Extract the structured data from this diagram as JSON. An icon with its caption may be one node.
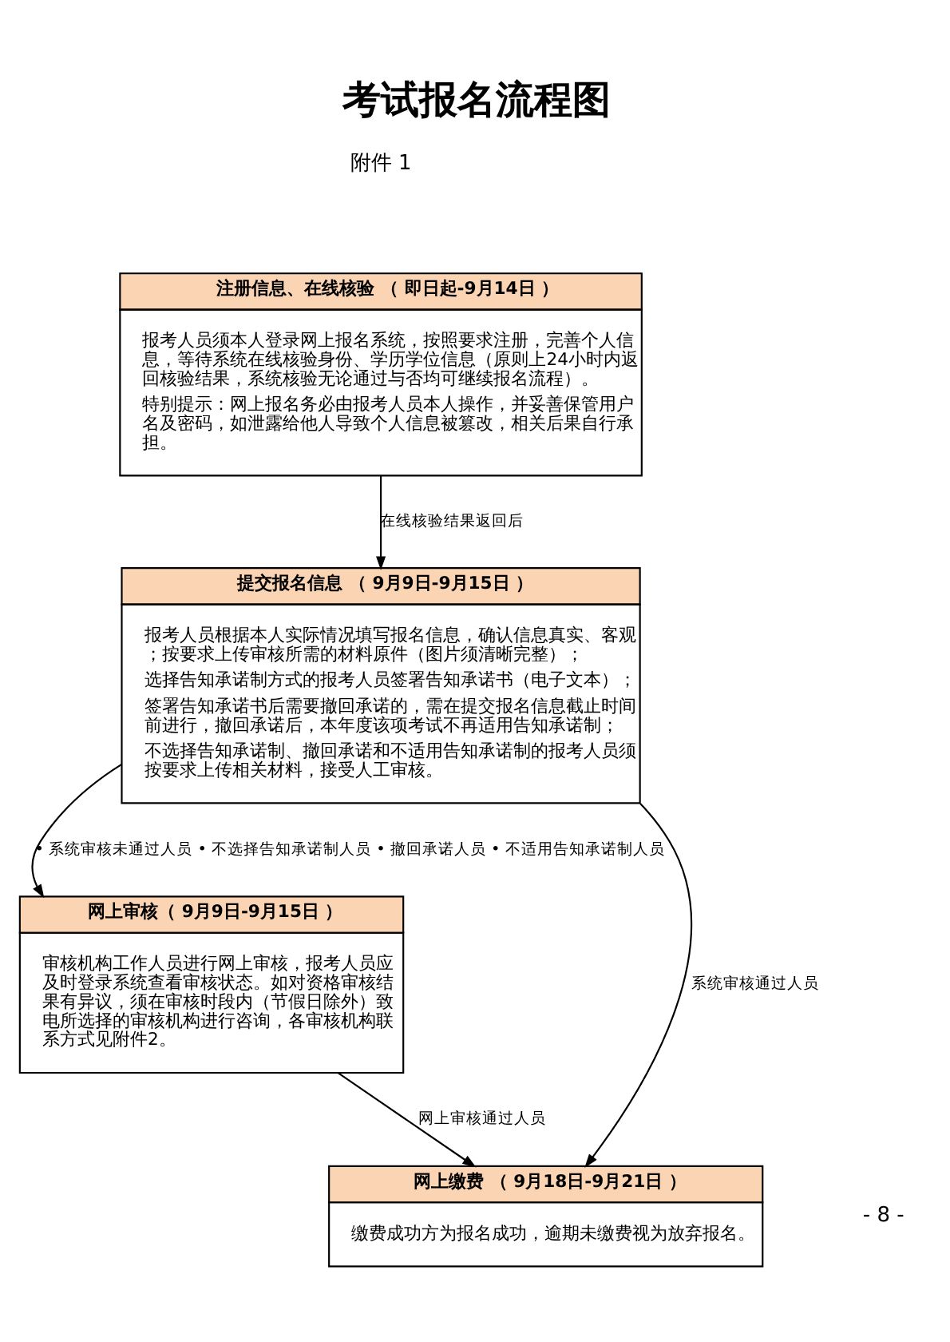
{
  "diagram": {
    "title": "考试报名流程图",
    "nodes": [
      {
        "text": [
          "注册信息、在线核验 （ 即日起-9月14日 ）",
          "报考人员须本人登录网上报名系统，按照要求注册，完善个人信息，等待系统在线核验身份、学历学位信息（原则上24小时内返回核验结果，系统核验无论通过与否均可继续报名流程）。",
          "特别提示：网上报名务必由报考人员本人操作，并妥善保管用户名及密码，如泄露给他人导致个人信息被篡改，相关后果自行承担。"
        ]
      },
      {
        "text": [
          "提交报名信息 （ 9月9日-9月15日 ）",
          "报考人员根据本人实际情况填写报名信息，确认信息真实、客观；按要求上传审核所需的材料原件（图片须清晰完整）；",
          "选择告知承诺制方式的报考人员签署告知承诺书（电子文本）；",
          "签署告知承诺书后需要撤回承诺的，需在提交报名信息截止时间前进行，撤回承诺后，本年度该项考试不再适用告知承诺制；",
          "不选择告知承诺制、撤回承诺和不适用告知承诺制的报考人员须按要求上传相关材料，接受人工审核。"
        ]
      },
      {
        "text": [
          "网上审核（ 9月9日-9月15日 ）",
          "审核机构工作人员进行网上审核，报考人员应及时登录系统查看审核状态。如对资格审核结果有异议，须在审核时段内（节假日除外）致电所选择的审核机构进行咨询，各审核机构联系方式见附件2。"
        ]
      },
      {
        "text": [
          "网上缴费 （ 9月18日-9月21日 ）",
          "缴费成功方为报名成功，逾期未缴费视为放弃报名。"
        ]
      }
    ],
    "edges": [
      {
        "from": 0,
        "to": 1,
        "arrow": "to",
        "label": "在线核验结果返回后"
      },
      {
        "from": 1,
        "to": 2,
        "arrow": "to",
        "label": "• 系统审核未通过人员 • 不选择告知承诺制人员 • 撤回承诺人员 • 不适用告知承诺制人员"
      },
      {
        "from": 1,
        "to": 3,
        "arrow": "to",
        "label": "系统审核通过人员"
      },
      {
        "from": 2,
        "to": 3,
        "arrow": "to",
        "label": "网上审核通过人员"
      }
    ],
    "labels": [
      "附件 1",
      "- 8 -"
    ]
  }
}
